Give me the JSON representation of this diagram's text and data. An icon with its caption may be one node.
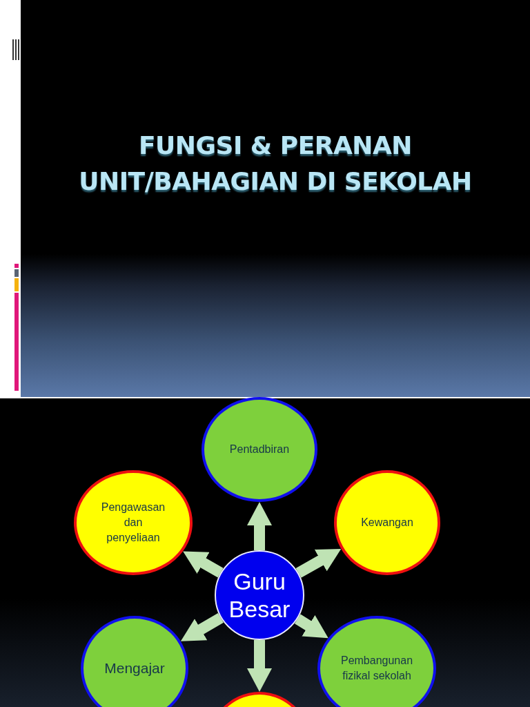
{
  "diagram": {
    "title": "FUNGSI & PERANAN UNIT/BAHAGIAN DI SEKOLAH",
    "nodes": [
      {
        "text": [
          "Pentadbiran"
        ]
      },
      {
        "text": [
          "Pengawasan dan penyeliaan"
        ]
      },
      {
        "text": [
          "Kewangan"
        ]
      },
      {
        "text": [
          "Guru Besar"
        ]
      },
      {
        "text": [
          "Mengajar"
        ]
      },
      {
        "text": [
          "Pembangunan fizikal sekolah"
        ]
      },
      {
        "text": [],
        "shape": "circle"
      }
    ],
    "edges": [
      {
        "from": 3,
        "to": 0,
        "arrow": "to"
      },
      {
        "from": 3,
        "to": 1,
        "arrow": "to"
      },
      {
        "from": 3,
        "to": 2,
        "arrow": "to"
      },
      {
        "from": 3,
        "to": 4,
        "arrow": "to"
      },
      {
        "from": 3,
        "to": 5,
        "arrow": "to"
      },
      {
        "from": 3,
        "to": 6,
        "arrow": "to"
      }
    ]
  }
}
